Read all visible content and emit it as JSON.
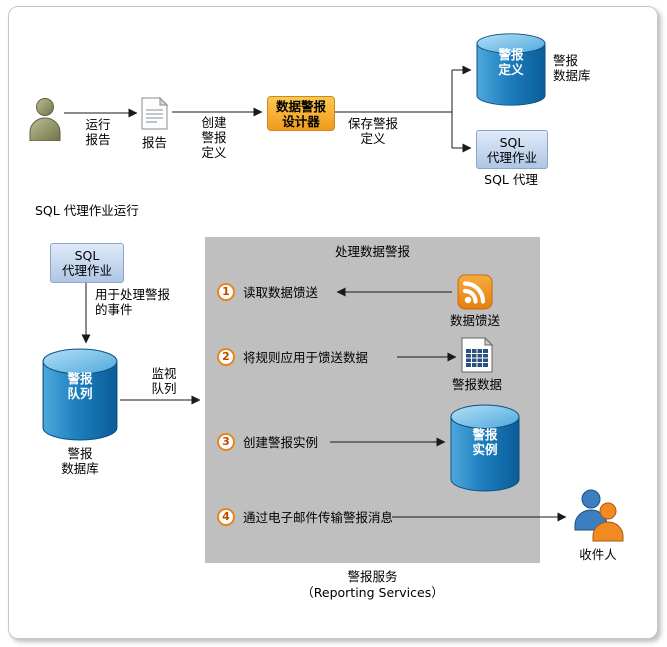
{
  "top_flow": {
    "run_report_label": "运行\n报告",
    "report_caption": "报告",
    "create_label": "创建\n警报\n定义",
    "designer_label": "数据警报\n设计器",
    "save_label": "保存警报\n定义",
    "alert_definition_label": "警报\n定义",
    "alert_database_caption": "警报\n数据库",
    "sql_agent_job_label": "SQL\n代理作业",
    "sql_agent_caption": "SQL 代理"
  },
  "agent_run": {
    "heading": "SQL 代理作业运行",
    "sql_agent_job_label": "SQL\n代理作业",
    "event_label": "用于处理警报\n的事件",
    "queue_label": "警报\n队列",
    "queue_database_caption": "警报\n数据库",
    "monitor_label": "监视\n队列"
  },
  "panel": {
    "title": "处理数据警报",
    "steps": [
      {
        "number": "1",
        "text": "读取数据馈送",
        "caption": "数据馈送"
      },
      {
        "number": "2",
        "text": "将规则应用于馈送数据",
        "caption": "警报数据"
      },
      {
        "number": "3",
        "text": "创建警报实例",
        "caption": "警报\n实例"
      },
      {
        "number": "4",
        "text": "通过电子邮件传输警报消息",
        "caption": "收件人"
      }
    ],
    "footer_line1": "警报服务",
    "footer_line2": "（Reporting Services）"
  },
  "colors": {
    "designer_box_orange": "#F09A1C",
    "blue_node": "#AFC6E5",
    "cylinder_blue": "#1E7FBF",
    "panel_gray": "#BFBFBF",
    "step_number": "#BC4A00",
    "rss_orange": "#E67E12",
    "recipient_blue": "#3C7EBF",
    "recipient_orange": "#F28A24"
  }
}
